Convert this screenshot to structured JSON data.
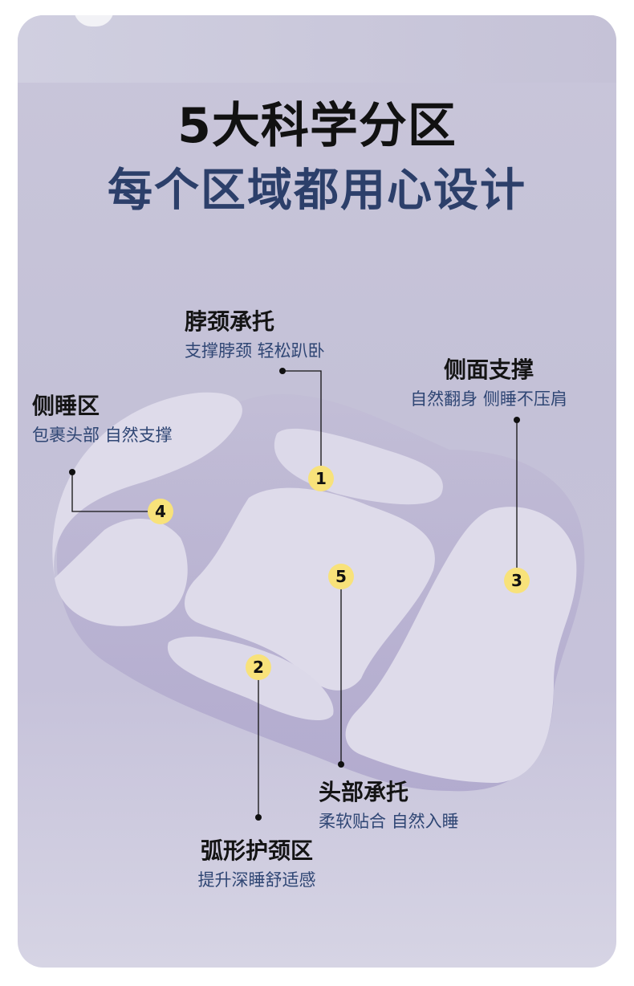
{
  "headline": {
    "title": "5大科学分区",
    "subtitle": "每个区域都用心设计"
  },
  "zones": [
    {
      "number": "1",
      "title": "脖颈承托",
      "desc": "支撑脖颈 轻松趴卧"
    },
    {
      "number": "2",
      "title": "弧形护颈区",
      "desc": "提升深睡舒适感"
    },
    {
      "number": "3",
      "title": "侧面支撑",
      "desc": "自然翻身 侧睡不压肩"
    },
    {
      "number": "4",
      "title": "侧睡区",
      "desc": "包裹头部 自然支撑"
    },
    {
      "number": "5",
      "title": "头部承托",
      "desc": "柔软贴合 自然入睡"
    }
  ],
  "colors": {
    "badge": "#f8e27a",
    "headline_blue": "#2c3f6a",
    "desc_blue": "#2f4674"
  }
}
